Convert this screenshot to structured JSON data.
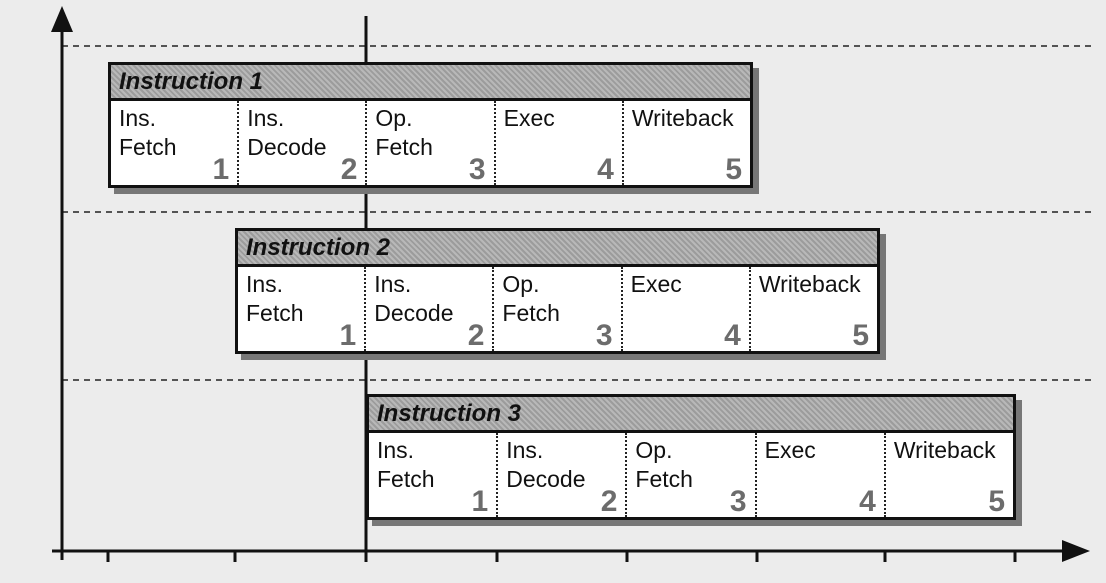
{
  "diagram": {
    "instructions": [
      {
        "title": "Instruction 1",
        "stages": [
          {
            "label": "Ins.\nFetch",
            "number": "1"
          },
          {
            "label": "Ins.\nDecode",
            "number": "2"
          },
          {
            "label": "Op.\nFetch",
            "number": "3"
          },
          {
            "label": "Exec",
            "number": "4"
          },
          {
            "label": "Writeback",
            "number": "5"
          }
        ]
      },
      {
        "title": "Instruction 2",
        "stages": [
          {
            "label": "Ins.\nFetch",
            "number": "1"
          },
          {
            "label": "Ins.\nDecode",
            "number": "2"
          },
          {
            "label": "Op.\nFetch",
            "number": "3"
          },
          {
            "label": "Exec",
            "number": "4"
          },
          {
            "label": "Writeback",
            "number": "5"
          }
        ]
      },
      {
        "title": "Instruction 3",
        "stages": [
          {
            "label": "Ins.\nFetch",
            "number": "1"
          },
          {
            "label": "Ins.\nDecode",
            "number": "2"
          },
          {
            "label": "Op.\nFetch",
            "number": "3"
          },
          {
            "label": "Exec",
            "number": "4"
          },
          {
            "label": "Writeback",
            "number": "5"
          }
        ]
      }
    ]
  }
}
